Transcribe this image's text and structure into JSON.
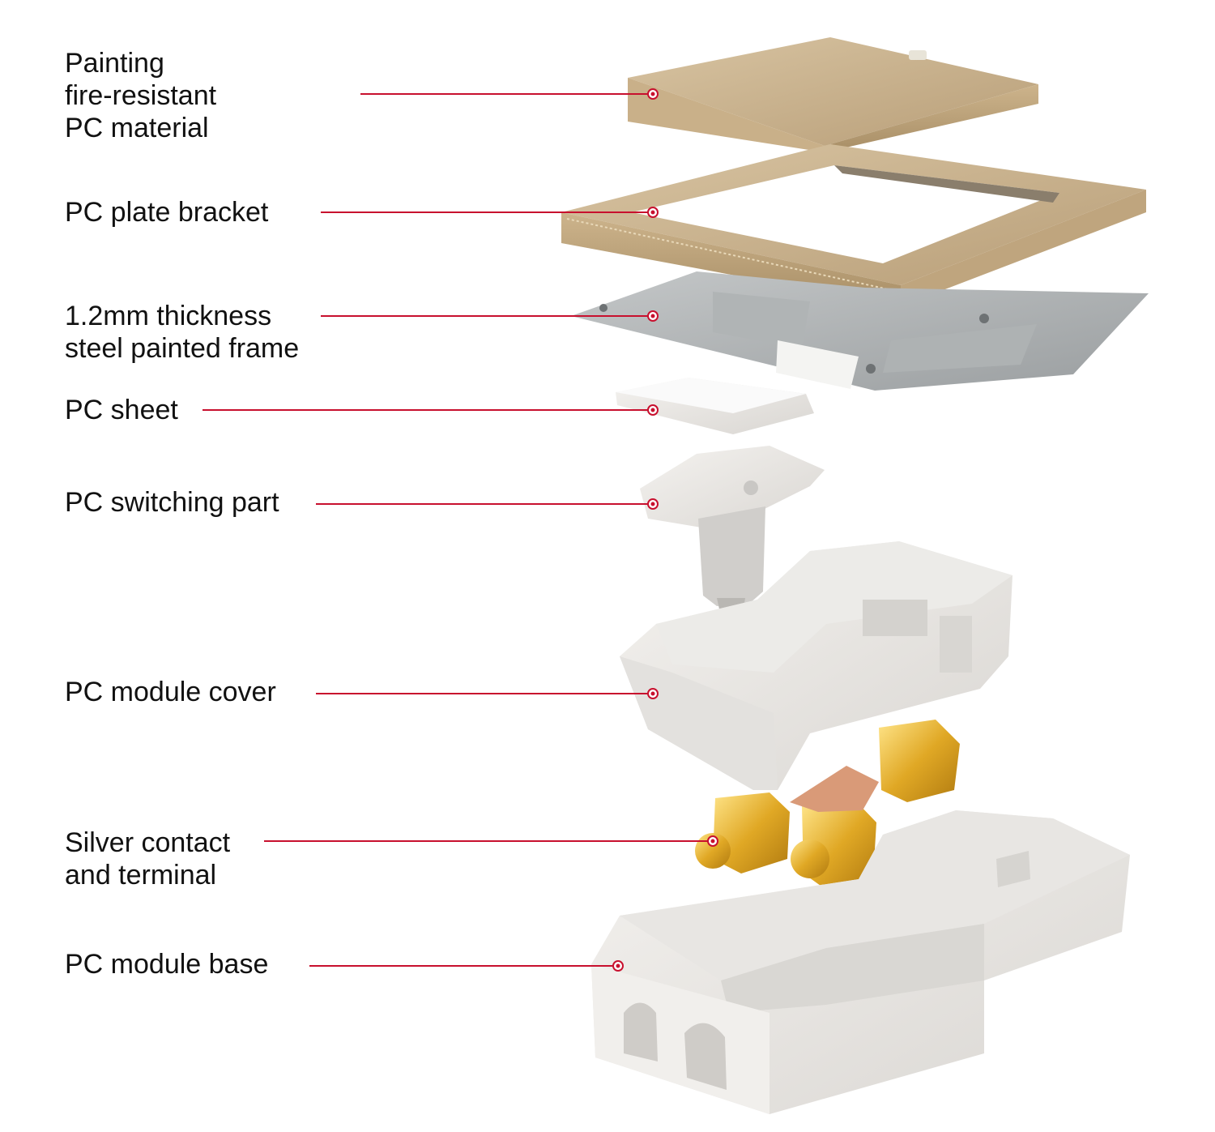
{
  "diagram": {
    "accent_color": "#c8102e",
    "parts": [
      {
        "id": "cover",
        "lines": [
          "Painting",
          "fire-resistant",
          "PC material"
        ]
      },
      {
        "id": "bracket",
        "lines": [
          "PC plate bracket"
        ]
      },
      {
        "id": "frame",
        "lines": [
          "1.2mm thickness",
          "steel painted frame"
        ]
      },
      {
        "id": "sheet",
        "lines": [
          "PC sheet"
        ]
      },
      {
        "id": "switch",
        "lines": [
          "PC switching part"
        ]
      },
      {
        "id": "module-cover",
        "lines": [
          "PC module cover"
        ]
      },
      {
        "id": "contact",
        "lines": [
          "Silver contact",
          "and terminal"
        ]
      },
      {
        "id": "module-base",
        "lines": [
          "PC module base"
        ]
      }
    ]
  }
}
